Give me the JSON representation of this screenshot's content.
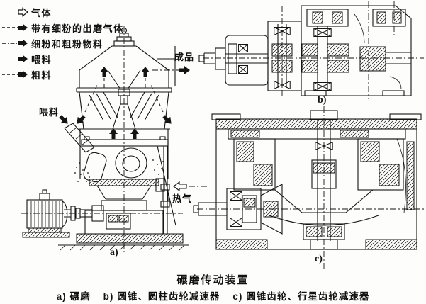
{
  "page": {
    "background": "#fdfdfc",
    "ink": "#141414"
  },
  "legend": {
    "items": [
      {
        "id": "gas",
        "label": "气体",
        "symbol": "hollow-arrow",
        "line": "none"
      },
      {
        "id": "mill-exit-gas-with-fines",
        "label": "带有细粉的出磨气体",
        "symbol": "solid-arrow",
        "line": "dashed"
      },
      {
        "id": "fine-and-coarse-material",
        "label": "细粉和粗粉物料",
        "symbol": "solid-arrow",
        "line": "dash-dot"
      },
      {
        "id": "feed",
        "label": "喂料",
        "symbol": "solid-arrow",
        "line": "none"
      },
      {
        "id": "coarse-material",
        "label": "粗料",
        "symbol": "solid-arrow",
        "line": "dashed"
      }
    ]
  },
  "mill": {
    "product_label": "成品",
    "feed_label": "喂料",
    "hot_gas_label": "热气",
    "tag": "a)"
  },
  "gearbox_b": {
    "tag": "b)"
  },
  "gearbox_c": {
    "tag": "c)"
  },
  "caption": {
    "title": "碾磨传动装置",
    "parts": [
      {
        "tag": "a)",
        "text": "碾磨"
      },
      {
        "tag": "b)",
        "text": "圆锥、圆柱齿轮减速器"
      },
      {
        "tag": "c)",
        "text": "圆锥齿轮、行星齿轮减速器"
      }
    ]
  }
}
